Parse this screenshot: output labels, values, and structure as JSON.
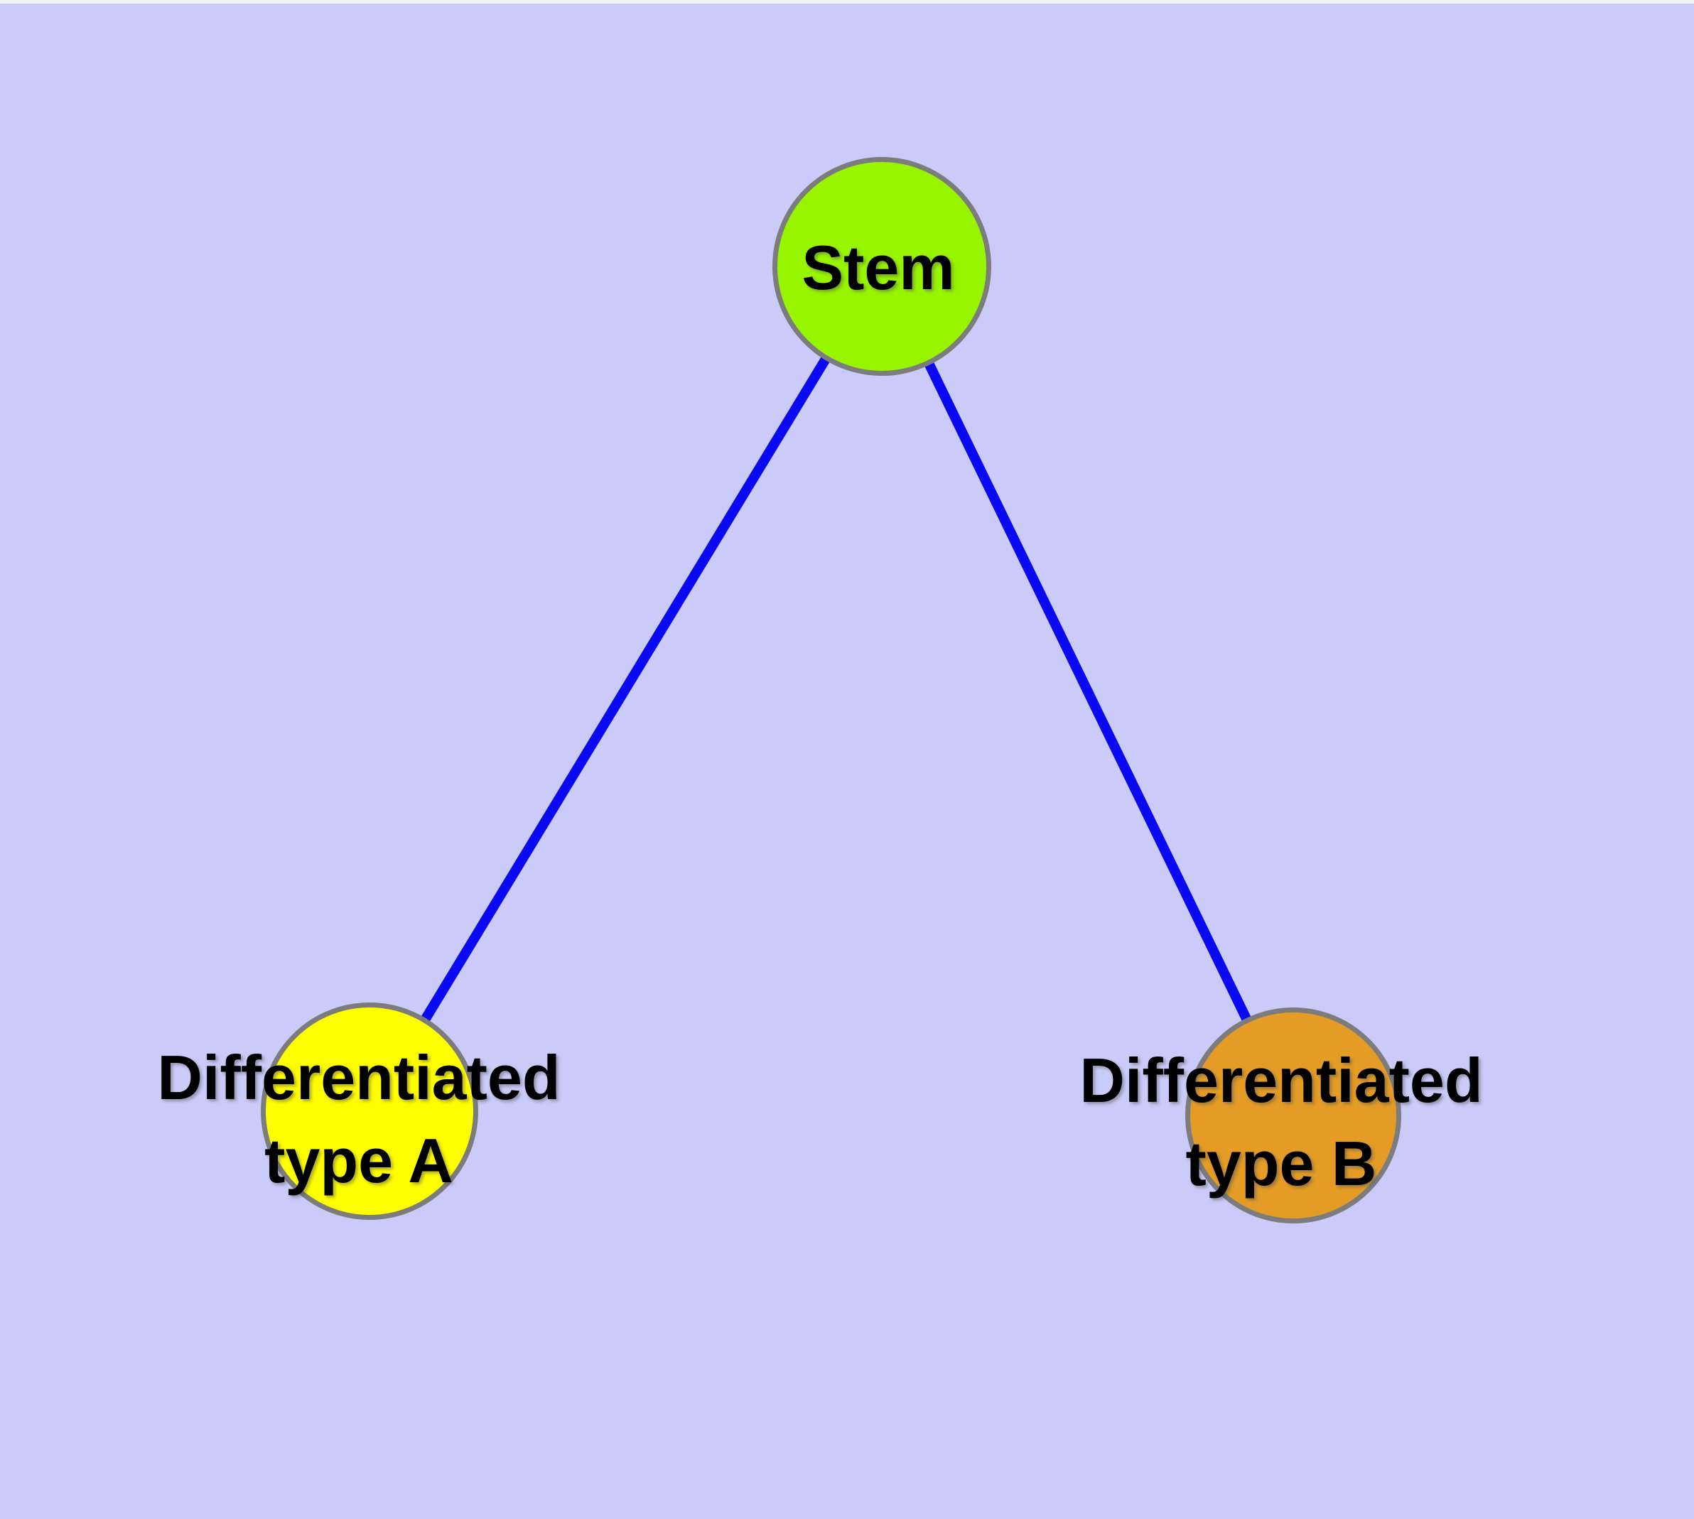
{
  "canvas": {
    "background_color": "#cbcbfa",
    "top_margin_color": "#f4f4f7"
  },
  "nodes": {
    "stem": {
      "label": "Stem",
      "fill": "#97f500",
      "border": "#7c7c7c"
    },
    "type_a": {
      "label_line1": "Differentiated",
      "label_line2": "type A",
      "fill": "#fffe00",
      "border": "#7c7c7c"
    },
    "type_b": {
      "label_line1": "Differentiated",
      "label_line2": "type B",
      "fill": "#e49c26",
      "border": "#7c7c7c"
    }
  },
  "edges": {
    "color": "#0909f2",
    "items": [
      {
        "from": "Stem",
        "to": "Differentiated type A"
      },
      {
        "from": "Stem",
        "to": "Differentiated type B"
      }
    ]
  }
}
